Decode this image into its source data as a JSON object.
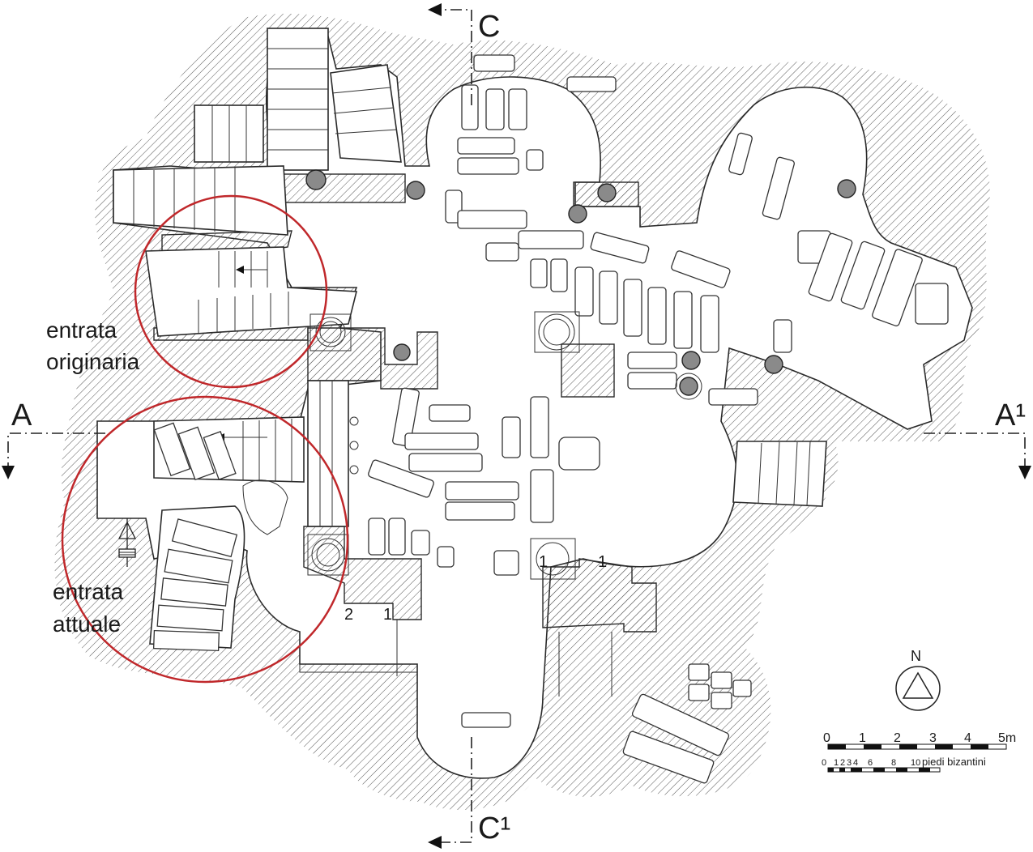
{
  "labels": {
    "section_a": "A",
    "section_a1": "A¹",
    "section_c": "C",
    "section_c1": "C¹",
    "entrance_original_line1": "entrata",
    "entrance_original_line2": "originaria",
    "entrance_current_line1": "entrata",
    "entrance_current_line2": "attuale",
    "north": "N",
    "step_1": "1",
    "step_2": "2",
    "step_1b": "1",
    "step_1c": "1"
  },
  "scale_metric": {
    "ticks": [
      "0",
      "1",
      "2",
      "3",
      "4",
      "5m"
    ]
  },
  "scale_byzantine": {
    "ticks": [
      "0",
      "1",
      "2",
      "3",
      "4",
      "6",
      "8",
      "10"
    ],
    "unit": "piedi bizantini"
  },
  "colors": {
    "highlight": "#c0282b",
    "ink": "#2a2a2a",
    "column_fill": "#8a8a8a"
  }
}
